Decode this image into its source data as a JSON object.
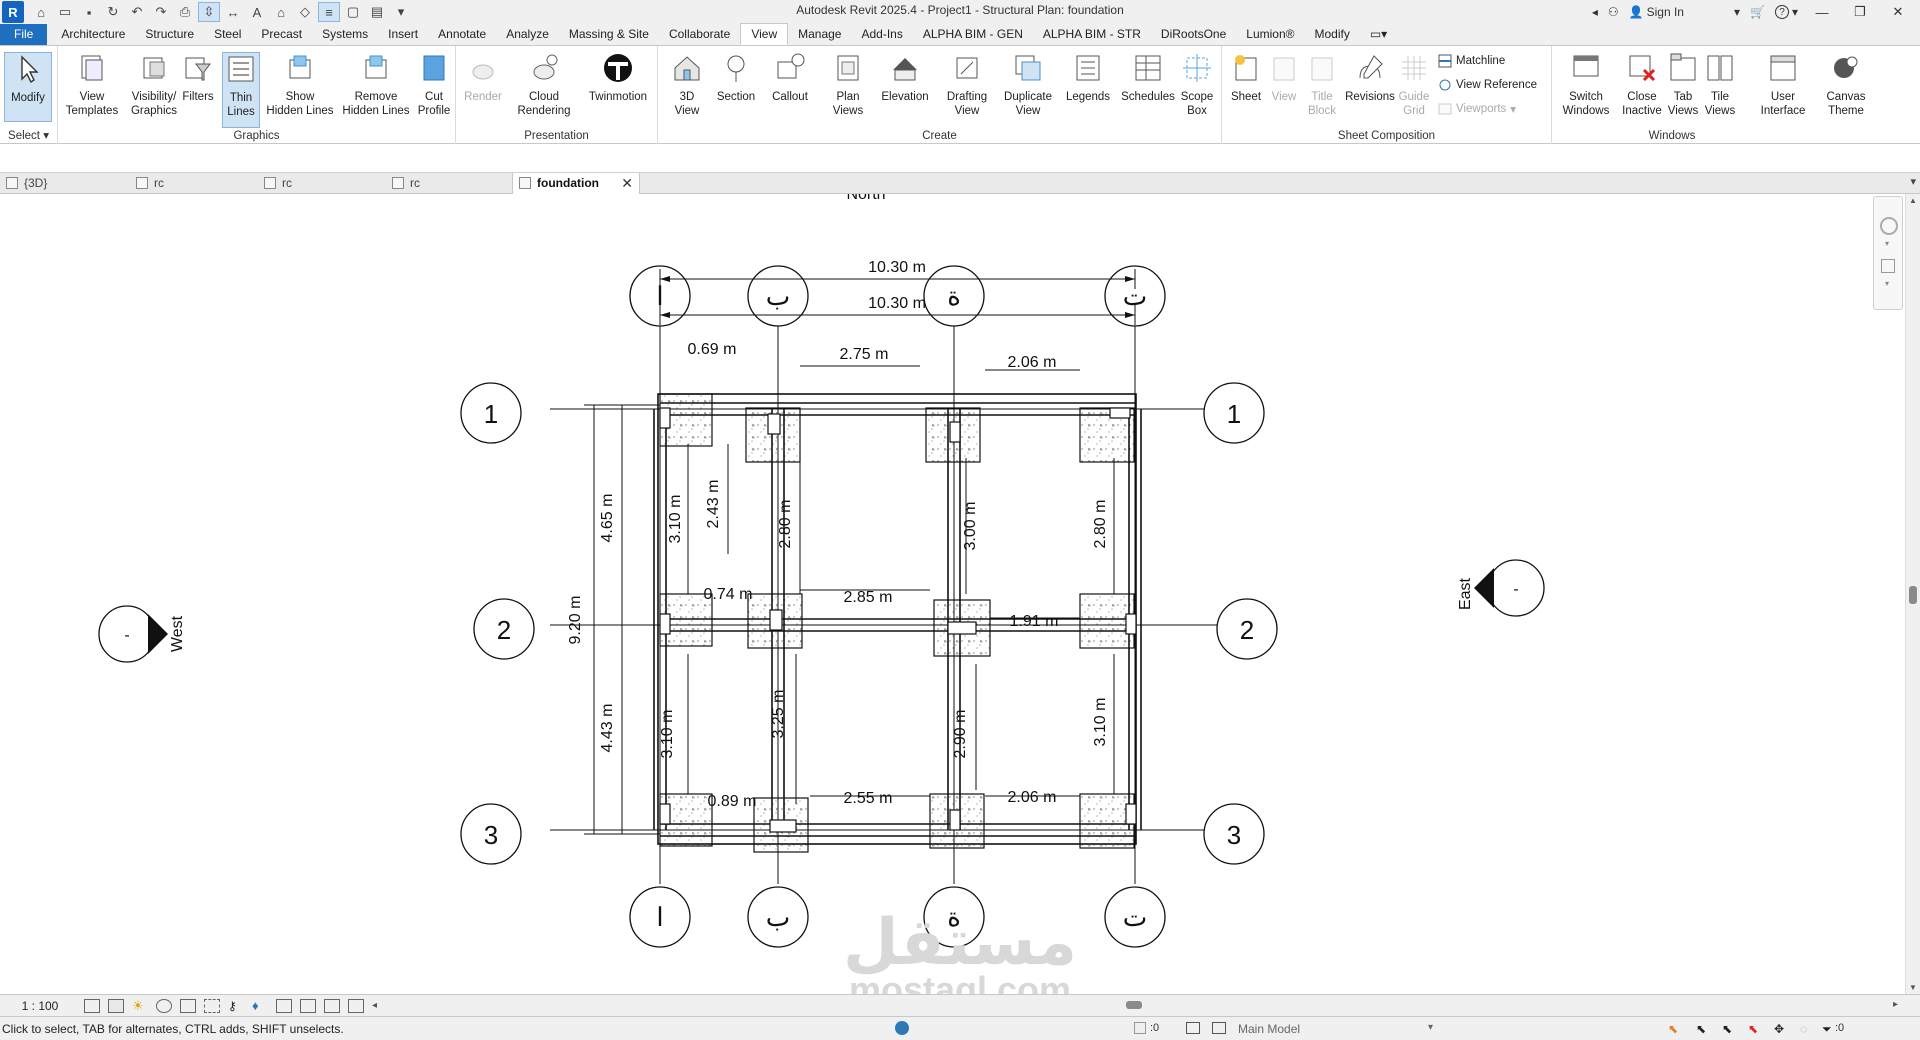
{
  "window": {
    "title": "Autodesk Revit 2025.4 - Project1 - Structural Plan: foundation",
    "sign_in": "Sign In",
    "help": "?",
    "logo": "R"
  },
  "ribbon_tabs": [
    "File",
    "Architecture",
    "Structure",
    "Steel",
    "Precast",
    "Systems",
    "Insert",
    "Annotate",
    "Analyze",
    "Massing & Site",
    "Collaborate",
    "View",
    "Manage",
    "Add-Ins",
    "ALPHA BIM - GEN",
    "ALPHA BIM - STR",
    "DiRootsOne",
    "Lumion®",
    "Modify"
  ],
  "active_tab": "View",
  "ribbon": {
    "select": {
      "modify": "Modify",
      "title": "Select"
    },
    "graphics": {
      "title": "Graphics",
      "view_templates": [
        "View",
        "Templates"
      ],
      "visibility": [
        "Visibility/",
        "Graphics"
      ],
      "filters": "Filters",
      "thin_lines": [
        "Thin",
        "Lines"
      ],
      "show_hidden": [
        "Show",
        "Hidden Lines"
      ],
      "remove_hidden": [
        "Remove",
        "Hidden Lines"
      ],
      "cut_profile": [
        "Cut",
        "Profile"
      ]
    },
    "presentation": {
      "title": "Presentation",
      "render": "Render",
      "cloud_rendering": [
        "Cloud",
        "Rendering"
      ],
      "twinmotion": "Twinmotion"
    },
    "create": {
      "title": "Create",
      "view_3d": [
        "3D",
        "View"
      ],
      "section": "Section",
      "callout": "Callout",
      "plan_views": [
        "Plan",
        "Views"
      ],
      "elevation": "Elevation",
      "drafting_view": [
        "Drafting",
        "View"
      ],
      "duplicate_view": [
        "Duplicate",
        "View"
      ],
      "legends": "Legends",
      "schedules": "Schedules",
      "scope_box": [
        "Scope",
        "Box"
      ]
    },
    "sheet_composition": {
      "title": "Sheet Composition",
      "sheet": "Sheet",
      "view": "View",
      "title_block": [
        "Title",
        "Block"
      ],
      "revisions": "Revisions",
      "guide_grid": [
        "Guide",
        "Grid"
      ],
      "matchline": "Matchline",
      "view_reference": "View  Reference",
      "viewports": "Viewports"
    },
    "windows": {
      "title": "Windows",
      "switch_windows": [
        "Switch",
        "Windows"
      ],
      "close_inactive": [
        "Close",
        "Inactive"
      ],
      "tab_views": [
        "Tab",
        "Views"
      ],
      "tile_views": [
        "Tile",
        "Views"
      ],
      "user_interface": [
        "User",
        "Interface"
      ],
      "canvas_theme": [
        "Canvas",
        "Theme"
      ]
    }
  },
  "view_tabs": [
    {
      "label": "{3D}",
      "active": false
    },
    {
      "label": "rc",
      "active": false
    },
    {
      "label": "rc",
      "active": false
    },
    {
      "label": "rc",
      "active": false
    },
    {
      "label": "foundation",
      "active": true
    }
  ],
  "drawing": {
    "north_label": "North",
    "west_label": "West",
    "east_label": "East",
    "elev_marker_text": "-",
    "grid_letters": [
      "ا",
      "ب",
      "ة",
      "ت"
    ],
    "grid_numbers": [
      "1",
      "2",
      "3"
    ],
    "dims": {
      "overall_top_1": "10.30 m",
      "overall_top_2": "10.30 m",
      "overall_left": "9.20 m",
      "left_top": "4.65 m",
      "left_bottom": "4.43 m",
      "r1_a": "0.69 m",
      "r1_b": "2.75 m",
      "r1_c": "2.06 m",
      "r2_a": "0.74 m",
      "r2_b": "2.85 m",
      "r2_c": "1.91 m",
      "r3_a": "0.89 m",
      "r3_b": "2.55 m",
      "r3_c": "2.06 m",
      "v_a1": "3.10 m",
      "v_a2": "2.43 m",
      "v_b1": "2.80 m",
      "v_c1": "3.00 m",
      "v_d1": "2.80 m",
      "v_a3": "3.10 m",
      "v_b3": "3.25 m",
      "v_c3": "2.90 m",
      "v_d3": "3.10 m"
    },
    "watermark": [
      "مستقل",
      "mostaql.com"
    ]
  },
  "viewbar": {
    "scale": "1 : 100"
  },
  "status": {
    "text": "Click to select, TAB for alternates, CTRL adds, SHIFT unselects.",
    "zero_left": ":0",
    "model": "Main Model",
    "zero_right": ":0"
  },
  "colors": {
    "file_tab": "#1f6fbf",
    "active_button": "#cfe3f5",
    "canvas": "#ffffff",
    "line": "#111111"
  }
}
